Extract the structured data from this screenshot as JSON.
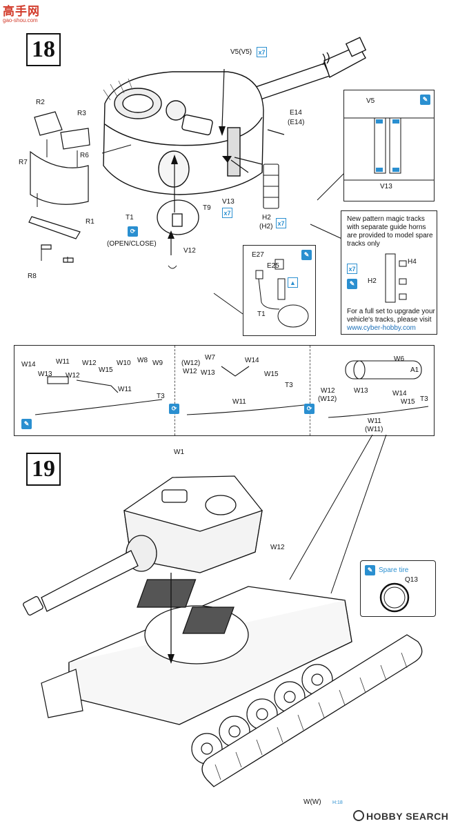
{
  "watermark": {
    "logo_text": "高手网",
    "url": "gao-shou.com"
  },
  "step18": {
    "number": "18",
    "labels": {
      "v5": "V5(V5)",
      "x7a": "x7",
      "r2": "R2",
      "r3": "R3",
      "r6": "R6",
      "r7": "R7",
      "r1": "R1",
      "r8": "R8",
      "e14": "E14",
      "e14b": "(E14)",
      "t1": "T1",
      "openclose": "(OPEN/CLOSE)",
      "v12": "V12",
      "t9": "T9",
      "v13": "V13",
      "x7b": "x7",
      "h2": "H2",
      "h2b": "(H2)",
      "x7c": "x7"
    },
    "inset_tracks": {
      "v5": "V5",
      "v13": "V13"
    },
    "inset_hatch": {
      "e27": "E27",
      "e25": "E25",
      "t1": "T1"
    },
    "note": {
      "text1": "New pattern magic tracks",
      "text2": "with separate guide horns",
      "text3": "are provided to model spare",
      "text4": "tracks only",
      "h4": "H4",
      "h2": "H2",
      "x7": "x7",
      "text5": "For a full set to upgrade your",
      "text6": "vehicle's tracks, please visit",
      "link": "www.cyber-hobby.com"
    }
  },
  "strip": {
    "p1": {
      "w14": "W14",
      "w11a": "W11",
      "w12": "W12",
      "w10": "W10",
      "w8": "W8",
      "w9": "W9",
      "w13": "W13",
      "w15": "W15",
      "w11b": "W11",
      "t3": "T3"
    },
    "p2": {
      "w12a": "(W12)",
      "w12b": "W12",
      "w7": "W7",
      "w14": "W14",
      "w13": "W13",
      "w15": "W15",
      "w11": "W11",
      "t3": "T3"
    },
    "p3": {
      "w6": "W6",
      "a1": "A1",
      "w12a": "W12",
      "w12b": "(W12)",
      "w13": "W13",
      "w14": "W14",
      "w15": "W15",
      "t3": "T3",
      "w11a": "W11",
      "w11b": "(W11)"
    }
  },
  "step19": {
    "number": "19",
    "labels": {
      "w1": "W1",
      "w12": "W12",
      "ww": "W(W)",
      "page_ref": "H:18"
    },
    "spare": {
      "title": "Spare tire",
      "q13": "Q13"
    }
  },
  "footer": {
    "brand": "HOBBY SEARCH"
  },
  "colors": {
    "accent": "#2a8fd0",
    "ink": "#111111",
    "watermark": "#d23a2a"
  }
}
